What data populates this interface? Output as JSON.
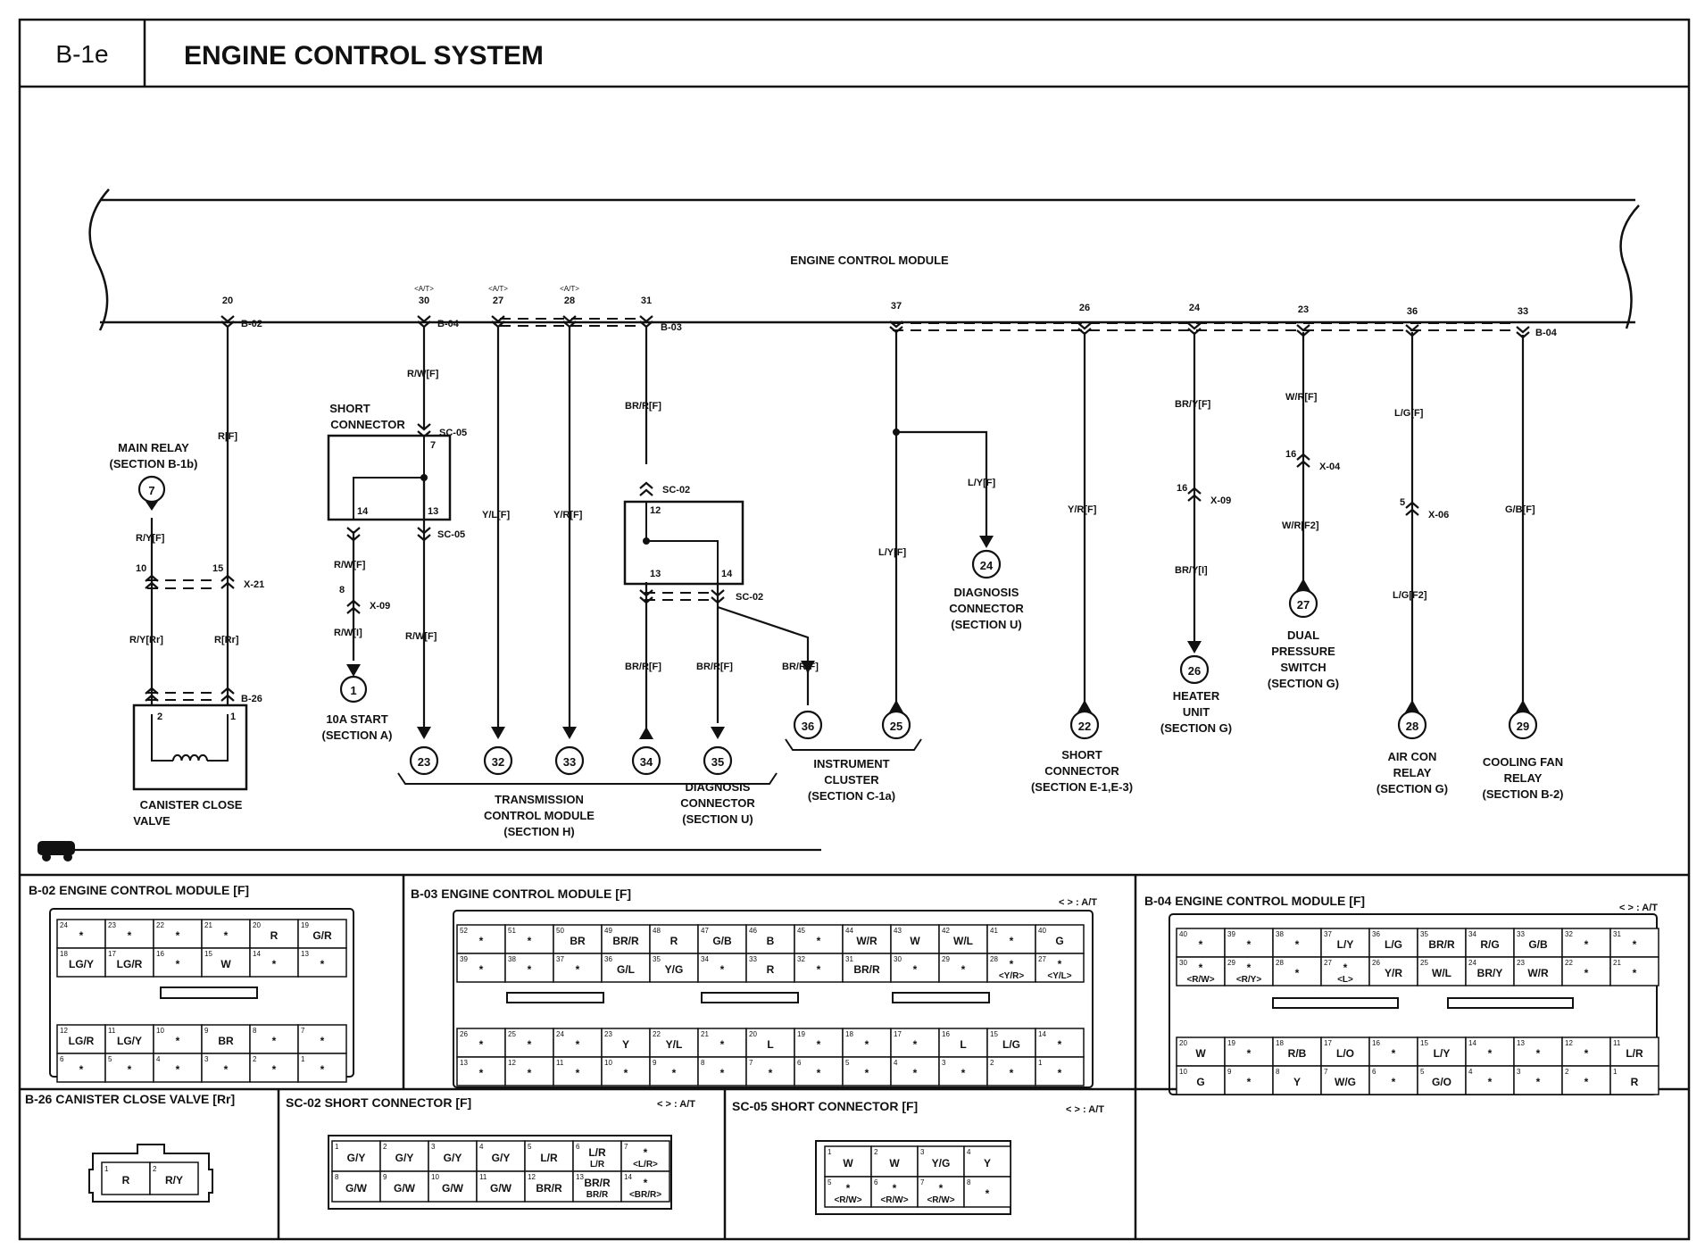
{
  "header": {
    "code": "B-1e",
    "title": "ENGINE CONTROL SYSTEM"
  },
  "module": {
    "name": "ENGINE CONTROL MODULE"
  },
  "pins": [
    {
      "pin": "20",
      "conn": "B-02",
      "tag": ""
    },
    {
      "pin": "30",
      "conn": "B-04",
      "tag": "<A/T>"
    },
    {
      "pin": "27",
      "conn": "",
      "tag": "<A/T>"
    },
    {
      "pin": "28",
      "conn": "",
      "tag": "<A/T>"
    },
    {
      "pin": "31",
      "conn": "B-03",
      "tag": ""
    },
    {
      "pin": "37",
      "conn": "",
      "tag": ""
    },
    {
      "pin": "26",
      "conn": "",
      "tag": ""
    },
    {
      "pin": "24",
      "conn": "",
      "tag": ""
    },
    {
      "pin": "23",
      "conn": "",
      "tag": ""
    },
    {
      "pin": "36",
      "conn": "",
      "tag": ""
    },
    {
      "pin": "33",
      "conn": "B-04",
      "tag": ""
    }
  ],
  "wires": {
    "rf": "R[F]",
    "ry_f": "R/Y[F]",
    "ry_rr": "R/Y[Rr]",
    "r_rr": "R[Rr]",
    "rw_f": "R/W[F]",
    "rw_i": "R/W[I]",
    "yl_f": "Y/L[F]",
    "yr_f": "Y/R[F]",
    "brr_f": "BR/R[F]",
    "ly_f": "L/Y[F]",
    "by_f": "BR/Y[F]",
    "by_i": "BR/Y[I]",
    "wr_f": "W/R[F]",
    "wr_f2": "W/R[F2]",
    "lg_f": "L/G[F]",
    "lg_f2": "L/G[F2]",
    "gb_f": "G/B[F]"
  },
  "connectors": {
    "x21": "X-21",
    "x09": "X-09",
    "x04": "X-04",
    "x06": "X-06",
    "b26": "B-26",
    "sc05": "SC-05",
    "sc02": "SC-02",
    "n10": "10",
    "n15": "15",
    "n2": "2",
    "n1": "1",
    "n8": "8",
    "n7": "7",
    "n14": "14",
    "n13": "13",
    "n12": "12",
    "n16": "16",
    "n5": "5"
  },
  "labels": {
    "main_relay": "MAIN RELAY",
    "main_relay_sec": "(SECTION B-1b)",
    "short_conn_1": "SHORT",
    "short_conn_2": "CONNECTOR",
    "canister_1": "CANISTER CLOSE",
    "canister_2": "VALVE",
    "start_1": "10A START",
    "start_2": "(SECTION A)",
    "tcm_1": "TRANSMISSION",
    "tcm_2": "CONTROL MODULE",
    "tcm_3": "(SECTION H)",
    "diag_1": "DIAGNOSIS",
    "diag_2": "CONNECTOR",
    "diag_3": "(SECTION U)",
    "ic_1": "INSTRUMENT",
    "ic_2": "CLUSTER",
    "ic_3": "(SECTION C-1a)",
    "sc_1": "SHORT",
    "sc_2": "CONNECTOR",
    "sc_3": "(SECTION E-1,E-3)",
    "heater_1": "HEATER",
    "heater_2": "UNIT",
    "heater_3": "(SECTION G)",
    "dual_1": "DUAL",
    "dual_2": "PRESSURE",
    "dual_3": "SWITCH",
    "dual_4": "(SECTION G)",
    "aircon_1": "AIR CON",
    "aircon_2": "RELAY",
    "aircon_3": "(SECTION G)",
    "fan_1": "COOLING FAN",
    "fan_2": "RELAY",
    "fan_3": "(SECTION B-2)"
  },
  "refs": {
    "r7": "7",
    "r1": "1",
    "r23": "23",
    "r32": "32",
    "r33": "33",
    "r34": "34",
    "r35": "35",
    "r36": "36",
    "r25": "25",
    "r24": "24",
    "r22": "22",
    "r26": "26",
    "r27": "27",
    "r28": "28",
    "r29": "29"
  },
  "tables": {
    "b02": {
      "title": "B-02 ENGINE CONTROL MODULE [F]",
      "rows": [
        [
          {
            "n": "24",
            "v": "*"
          },
          {
            "n": "23",
            "v": "*"
          },
          {
            "n": "22",
            "v": "*"
          },
          {
            "n": "21",
            "v": "*"
          },
          {
            "n": "20",
            "v": "R"
          },
          {
            "n": "19",
            "v": "G/R"
          }
        ],
        [
          {
            "n": "18",
            "v": "LG/Y"
          },
          {
            "n": "17",
            "v": "LG/R"
          },
          {
            "n": "16",
            "v": "*"
          },
          {
            "n": "15",
            "v": "W"
          },
          {
            "n": "14",
            "v": "*"
          },
          {
            "n": "13",
            "v": "*"
          }
        ],
        [
          {
            "n": "12",
            "v": "LG/R"
          },
          {
            "n": "11",
            "v": "LG/Y"
          },
          {
            "n": "10",
            "v": "*"
          },
          {
            "n": "9",
            "v": "BR"
          },
          {
            "n": "8",
            "v": "*"
          },
          {
            "n": "7",
            "v": "*"
          }
        ],
        [
          {
            "n": "6",
            "v": "*"
          },
          {
            "n": "5",
            "v": "*"
          },
          {
            "n": "4",
            "v": "*"
          },
          {
            "n": "3",
            "v": "*"
          },
          {
            "n": "2",
            "v": "*"
          },
          {
            "n": "1",
            "v": "*"
          }
        ]
      ]
    },
    "b03": {
      "title": "B-03 ENGINE CONTROL MODULE [F]",
      "note": "< > : A/T",
      "rows": [
        [
          {
            "n": "52",
            "v": "*"
          },
          {
            "n": "51",
            "v": "*"
          },
          {
            "n": "50",
            "v": "BR"
          },
          {
            "n": "49",
            "v": "BR/R"
          },
          {
            "n": "48",
            "v": "R"
          },
          {
            "n": "47",
            "v": "G/B"
          },
          {
            "n": "46",
            "v": "B"
          },
          {
            "n": "45",
            "v": "*"
          },
          {
            "n": "44",
            "v": "W/R"
          },
          {
            "n": "43",
            "v": "W"
          },
          {
            "n": "42",
            "v": "W/L"
          },
          {
            "n": "41",
            "v": "*"
          },
          {
            "n": "40",
            "v": "G"
          }
        ],
        [
          {
            "n": "39",
            "v": "*"
          },
          {
            "n": "38",
            "v": "*"
          },
          {
            "n": "37",
            "v": "*"
          },
          {
            "n": "36",
            "v": "G/L"
          },
          {
            "n": "35",
            "v": "Y/G"
          },
          {
            "n": "34",
            "v": "*"
          },
          {
            "n": "33",
            "v": "R"
          },
          {
            "n": "32",
            "v": "*"
          },
          {
            "n": "31",
            "v": "BR/R"
          },
          {
            "n": "30",
            "v": "*"
          },
          {
            "n": "29",
            "v": "*"
          },
          {
            "n": "28",
            "v": "* <Y/R>"
          },
          {
            "n": "27",
            "v": "* <Y/L>"
          }
        ],
        [
          {
            "n": "26",
            "v": "*"
          },
          {
            "n": "25",
            "v": "*"
          },
          {
            "n": "24",
            "v": "*"
          },
          {
            "n": "23",
            "v": "Y"
          },
          {
            "n": "22",
            "v": "Y/L"
          },
          {
            "n": "21",
            "v": "*"
          },
          {
            "n": "20",
            "v": "L"
          },
          {
            "n": "19",
            "v": "*"
          },
          {
            "n": "18",
            "v": "*"
          },
          {
            "n": "17",
            "v": "*"
          },
          {
            "n": "16",
            "v": "L"
          },
          {
            "n": "15",
            "v": "L/G"
          },
          {
            "n": "14",
            "v": "*"
          }
        ],
        [
          {
            "n": "13",
            "v": "*"
          },
          {
            "n": "12",
            "v": "*"
          },
          {
            "n": "11",
            "v": "*"
          },
          {
            "n": "10",
            "v": "*"
          },
          {
            "n": "9",
            "v": "*"
          },
          {
            "n": "8",
            "v": "*"
          },
          {
            "n": "7",
            "v": "*"
          },
          {
            "n": "6",
            "v": "*"
          },
          {
            "n": "5",
            "v": "*"
          },
          {
            "n": "4",
            "v": "*"
          },
          {
            "n": "3",
            "v": "*"
          },
          {
            "n": "2",
            "v": "*"
          },
          {
            "n": "1",
            "v": "*"
          }
        ]
      ]
    },
    "b04": {
      "title": "B-04 ENGINE CONTROL MODULE [F]",
      "note": "< > : A/T",
      "rows": [
        [
          {
            "n": "40",
            "v": "*"
          },
          {
            "n": "39",
            "v": "*"
          },
          {
            "n": "38",
            "v": "*"
          },
          {
            "n": "37",
            "v": "L/Y"
          },
          {
            "n": "36",
            "v": "L/G"
          },
          {
            "n": "35",
            "v": "BR/R"
          },
          {
            "n": "34",
            "v": "R/G"
          },
          {
            "n": "33",
            "v": "G/B"
          },
          {
            "n": "32",
            "v": "*"
          },
          {
            "n": "31",
            "v": "*"
          }
        ],
        [
          {
            "n": "30",
            "v": "* <R/W>"
          },
          {
            "n": "29",
            "v": "* <R/Y>"
          },
          {
            "n": "28",
            "v": "*"
          },
          {
            "n": "27",
            "v": "* <L>"
          },
          {
            "n": "26",
            "v": "Y/R"
          },
          {
            "n": "25",
            "v": "W/L"
          },
          {
            "n": "24",
            "v": "BR/Y"
          },
          {
            "n": "23",
            "v": "W/R"
          },
          {
            "n": "22",
            "v": "*"
          },
          {
            "n": "21",
            "v": "*"
          }
        ],
        [
          {
            "n": "20",
            "v": "W"
          },
          {
            "n": "19",
            "v": "*"
          },
          {
            "n": "18",
            "v": "R/B"
          },
          {
            "n": "17",
            "v": "L/O"
          },
          {
            "n": "16",
            "v": "*"
          },
          {
            "n": "15",
            "v": "L/Y"
          },
          {
            "n": "14",
            "v": "*"
          },
          {
            "n": "13",
            "v": "*"
          },
          {
            "n": "12",
            "v": "*"
          },
          {
            "n": "11",
            "v": "L/R"
          }
        ],
        [
          {
            "n": "10",
            "v": "G"
          },
          {
            "n": "9",
            "v": "*"
          },
          {
            "n": "8",
            "v": "Y"
          },
          {
            "n": "7",
            "v": "W/G"
          },
          {
            "n": "6",
            "v": "*"
          },
          {
            "n": "5",
            "v": "G/O"
          },
          {
            "n": "4",
            "v": "*"
          },
          {
            "n": "3",
            "v": "*"
          },
          {
            "n": "2",
            "v": "*"
          },
          {
            "n": "1",
            "v": "R"
          }
        ]
      ]
    },
    "b26": {
      "title": "B-26 CANISTER CLOSE VALVE [Rr]",
      "cells": [
        {
          "n": "1",
          "v": "R"
        },
        {
          "n": "2",
          "v": "R/Y"
        }
      ]
    },
    "sc02": {
      "title": "SC-02 SHORT CONNECTOR [F]",
      "note": "< > : A/T",
      "rows": [
        [
          {
            "n": "1",
            "v": "G/Y"
          },
          {
            "n": "2",
            "v": "G/Y"
          },
          {
            "n": "3",
            "v": "G/Y"
          },
          {
            "n": "4",
            "v": "G/Y"
          },
          {
            "n": "5",
            "v": "L/R"
          },
          {
            "n": "6",
            "v": "L/R L/R"
          },
          {
            "n": "7",
            "v": "* <L/R>"
          }
        ],
        [
          {
            "n": "8",
            "v": "G/W"
          },
          {
            "n": "9",
            "v": "G/W"
          },
          {
            "n": "10",
            "v": "G/W"
          },
          {
            "n": "11",
            "v": "G/W"
          },
          {
            "n": "12",
            "v": "BR/R"
          },
          {
            "n": "13",
            "v": "BR/R BR/R"
          },
          {
            "n": "14",
            "v": "* <BR/R>"
          }
        ]
      ]
    },
    "sc05": {
      "title": "SC-05 SHORT CONNECTOR [F]",
      "note": "< > : A/T",
      "rows": [
        [
          {
            "n": "1",
            "v": "W"
          },
          {
            "n": "2",
            "v": "W"
          },
          {
            "n": "3",
            "v": "Y/G"
          },
          {
            "n": "4",
            "v": "Y"
          }
        ],
        [
          {
            "n": "5",
            "v": "* <R/W>"
          },
          {
            "n": "6",
            "v": "* <R/W>"
          },
          {
            "n": "7",
            "v": "* <R/W>"
          },
          {
            "n": "8",
            "v": "*"
          }
        ]
      ]
    }
  }
}
